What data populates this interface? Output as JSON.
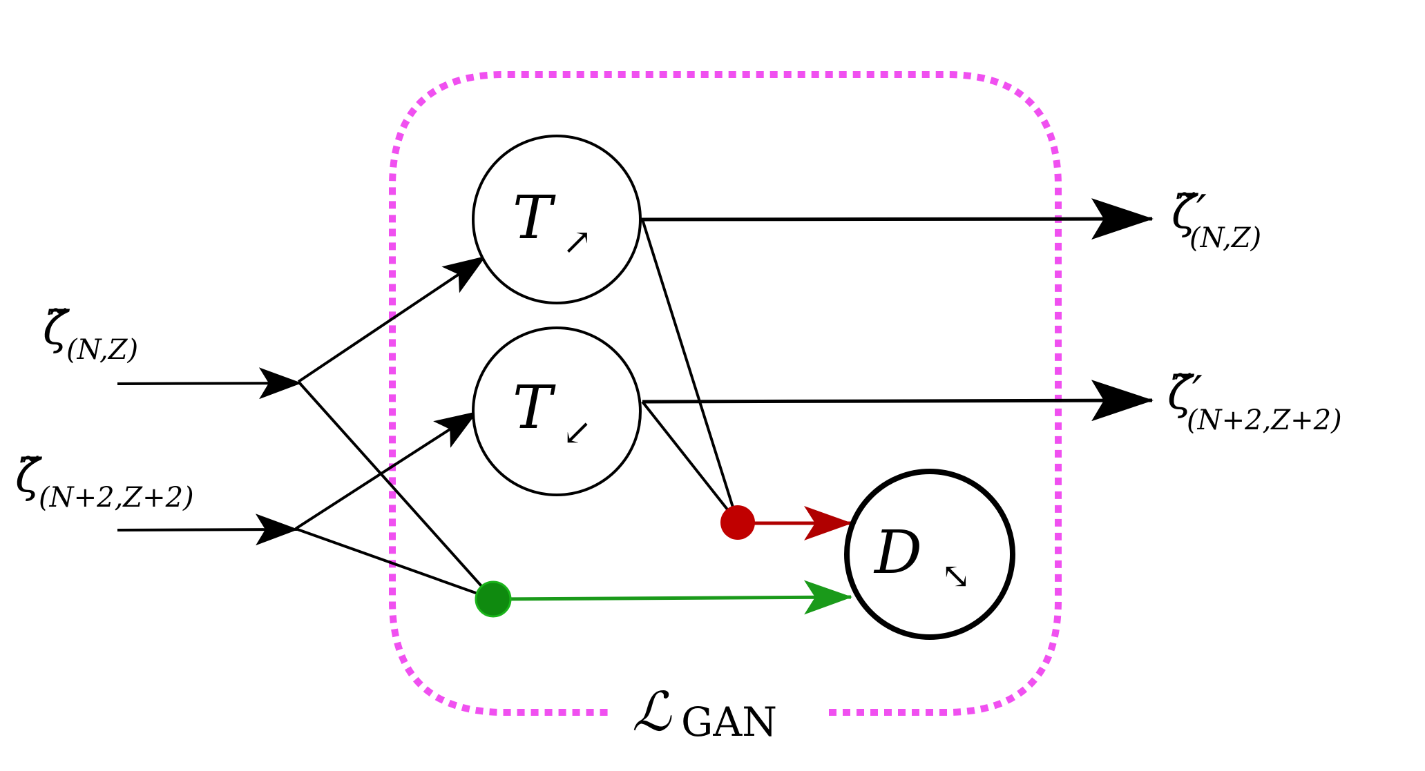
{
  "colors": {
    "line": "#000000",
    "gan_box": "#f050f0",
    "real_path": "#1a9a1a",
    "real_dot": "#0f8a0f",
    "fake_path": "#b00000",
    "fake_dot": "#c00000"
  },
  "inputs": {
    "top": {
      "sym": "ζ̃",
      "sub": "(N,Z)"
    },
    "bottom": {
      "sym": "ζ̃",
      "sub": "(N+2,Z+2)"
    }
  },
  "outputs": {
    "top": {
      "sym": "ζ̃′",
      "sub": "(N,Z)"
    },
    "bottom": {
      "sym": "ζ̃′",
      "sub": "(N+2,Z+2)"
    }
  },
  "nodes": {
    "t_up": {
      "sym": "T",
      "sub": "↗"
    },
    "t_down": {
      "sym": "T",
      "sub": "↙"
    },
    "disc": {
      "sym": "D",
      "sub": "⤡"
    }
  },
  "loss_label": {
    "sym": "ℒ",
    "sub": "GAN"
  }
}
